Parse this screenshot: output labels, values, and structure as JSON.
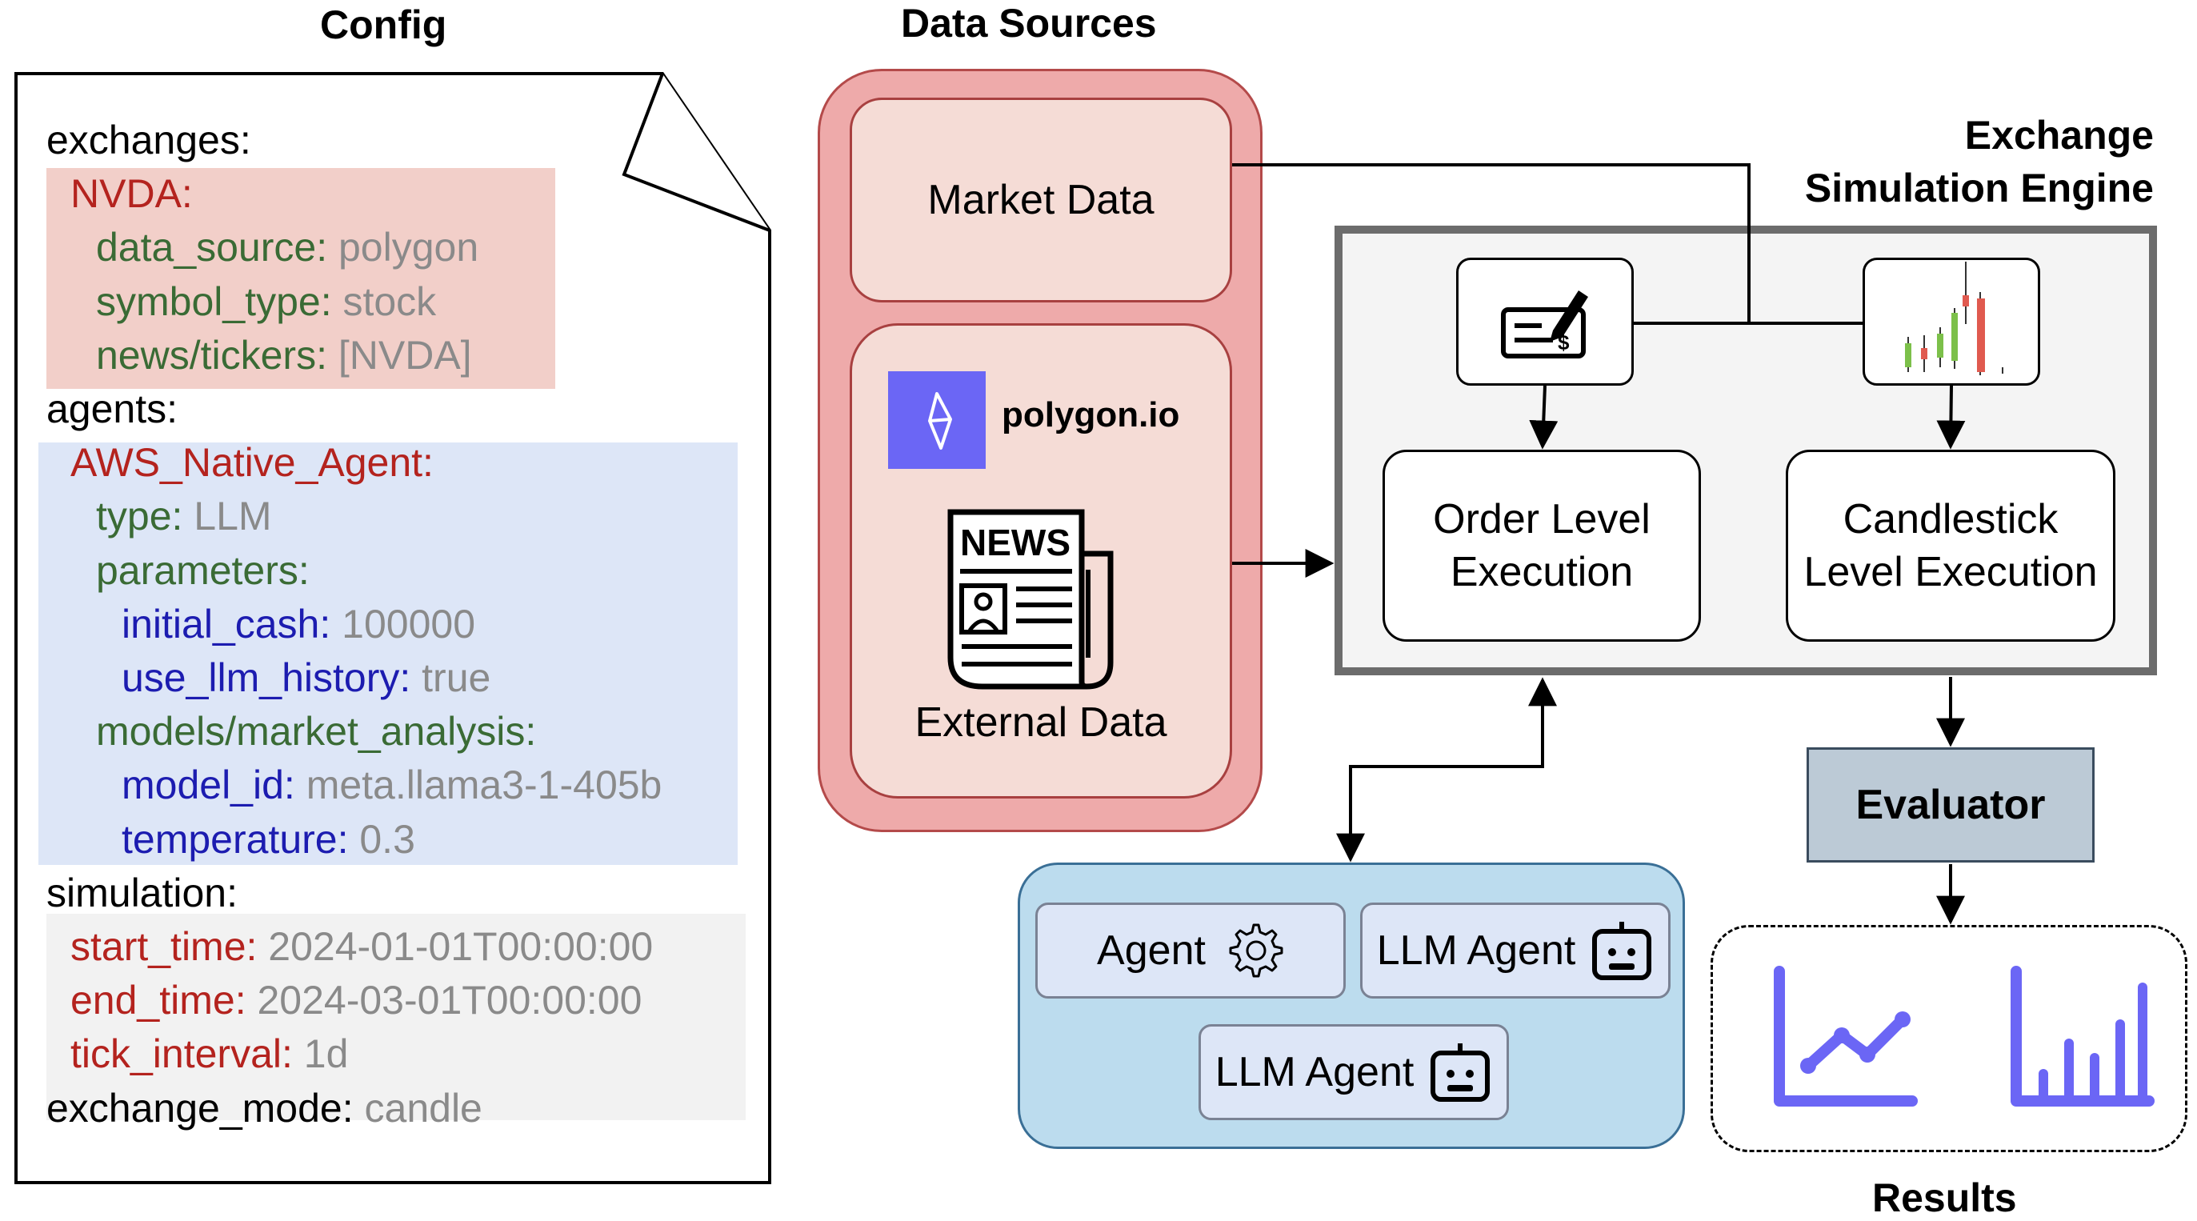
{
  "config": {
    "title": "Config",
    "lines": [
      {
        "indent": 0,
        "key": "exchanges:",
        "val": "",
        "kc": "k-black"
      },
      {
        "indent": 1,
        "key": "NVDA:",
        "val": "",
        "kc": "k-red"
      },
      {
        "indent": 2,
        "key": "data_source:",
        "val": " polygon",
        "kc": "k-green"
      },
      {
        "indent": 2,
        "key": "symbol_type:",
        "val": " stock",
        "kc": "k-green"
      },
      {
        "indent": 2,
        "key": "news/tickers:",
        "val": " [NVDA]",
        "kc": "k-green"
      },
      {
        "indent": 0,
        "key": "agents:",
        "val": "",
        "kc": "k-black"
      },
      {
        "indent": 1,
        "key": "AWS_Native_Agent:",
        "val": "",
        "kc": "k-red"
      },
      {
        "indent": 2,
        "key": "type:",
        "val": " LLM",
        "kc": "k-green"
      },
      {
        "indent": 2,
        "key": "parameters:",
        "val": "",
        "kc": "k-green"
      },
      {
        "indent": 3,
        "key": "initial_cash:",
        "val": " 100000",
        "kc": "k-blue"
      },
      {
        "indent": 3,
        "key": "use_llm_history:",
        "val": " true",
        "kc": "k-blue"
      },
      {
        "indent": 2,
        "key": "models/market_analysis:",
        "val": "",
        "kc": "k-green"
      },
      {
        "indent": 3,
        "key": "model_id:",
        "val": " meta.llama3-1-405b",
        "kc": "k-blue"
      },
      {
        "indent": 3,
        "key": "temperature:",
        "val": " 0.3",
        "kc": "k-blue"
      },
      {
        "indent": 0,
        "key": "simulation:",
        "val": "",
        "kc": "k-black"
      },
      {
        "indent": 1,
        "key": "start_time:",
        "val": " 2024-01-01T00:00:00",
        "kc": "k-red"
      },
      {
        "indent": 1,
        "key": "end_time:",
        "val": " 2024-03-01T00:00:00",
        "kc": "k-red"
      },
      {
        "indent": 1,
        "key": "tick_interval:",
        "val": " 1d",
        "kc": "k-red"
      },
      {
        "indent": 0,
        "key": "exchange_mode:",
        "val": " candle",
        "kc": "k-black"
      }
    ]
  },
  "data_sources": {
    "title": "Data Sources",
    "market": "Market Data",
    "polygon_label": "polygon.io",
    "news_label": "NEWS",
    "external": "External Data"
  },
  "engine": {
    "title_line1": "Exchange",
    "title_line2": "Simulation Engine",
    "order_line1": "Order Level",
    "order_line2": "Execution",
    "candle_line1": "Candlestick",
    "candle_line2": "Level Execution"
  },
  "agents": {
    "agent": "Agent",
    "llm_agent_1": "LLM Agent",
    "llm_agent_2": "LLM Agent"
  },
  "evaluator": "Evaluator",
  "results": "Results",
  "colors": {
    "nvda_bg": "#f2cfc9",
    "agent_bg": "#dde6f7",
    "sim_bg": "#f2f2f2",
    "ds_outer": "#eeaaaa",
    "ds_inner": "#f5dcd6",
    "engine_bg": "#f4f4f4",
    "agents_bg": "#bcdcee",
    "evaluator_bg": "#bccad6",
    "results_icon": "#6b66f5"
  }
}
